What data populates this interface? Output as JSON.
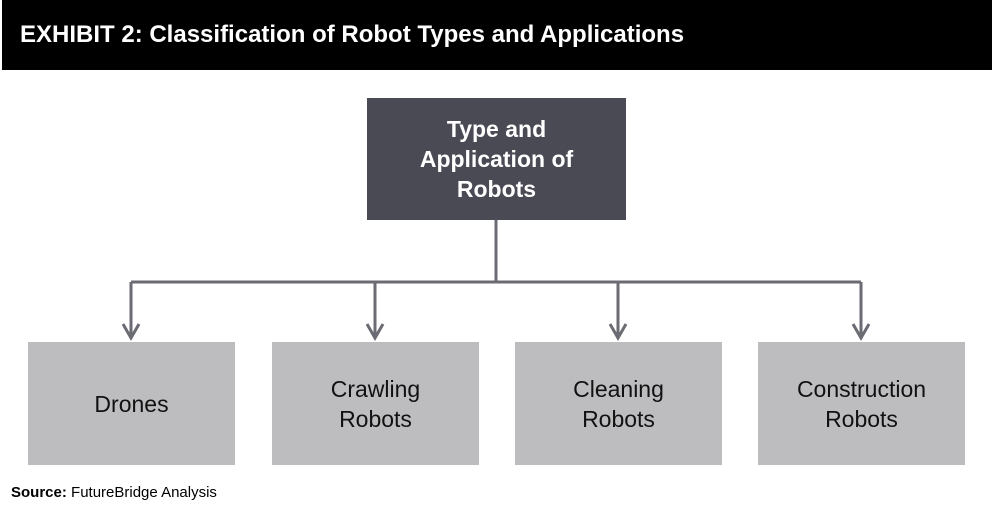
{
  "header": {
    "title": "EXHIBIT 2: Classification of Robot Types and Applications"
  },
  "diagram": {
    "root": {
      "label": "Type and Application of Robots"
    },
    "children": [
      {
        "label": "Drones"
      },
      {
        "label": "Crawling Robots"
      },
      {
        "label": "Cleaning Robots"
      },
      {
        "label": "Construction Robots"
      }
    ]
  },
  "source": {
    "prefix": "Source:",
    "text": " FutureBridge Analysis"
  },
  "colors": {
    "header_background": "#000000",
    "root_box": "#4a4a54",
    "child_box": "#bdbdbf",
    "connector": "#6b6b73"
  }
}
